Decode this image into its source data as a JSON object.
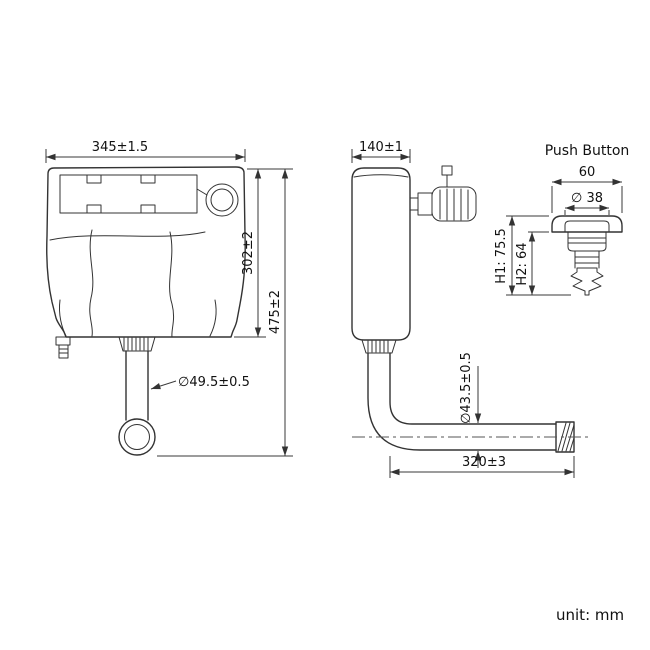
{
  "front": {
    "width": "345±1.5",
    "tank_height": "302±2",
    "total_height": "475±2",
    "outlet_dia": "∅49.5±0.5"
  },
  "side": {
    "depth": "140±1",
    "pipe_dia": "∅43.5±0.5",
    "pipe_length": "320±3"
  },
  "button": {
    "title": "Push Button",
    "width": "60",
    "dia": "∅ 38",
    "h1": "H1: 75.5",
    "h2": "H2: 64"
  },
  "footer": {
    "unit": "unit: mm"
  },
  "colors": {
    "line": "#333333",
    "text": "#111111",
    "background": "#ffffff"
  }
}
